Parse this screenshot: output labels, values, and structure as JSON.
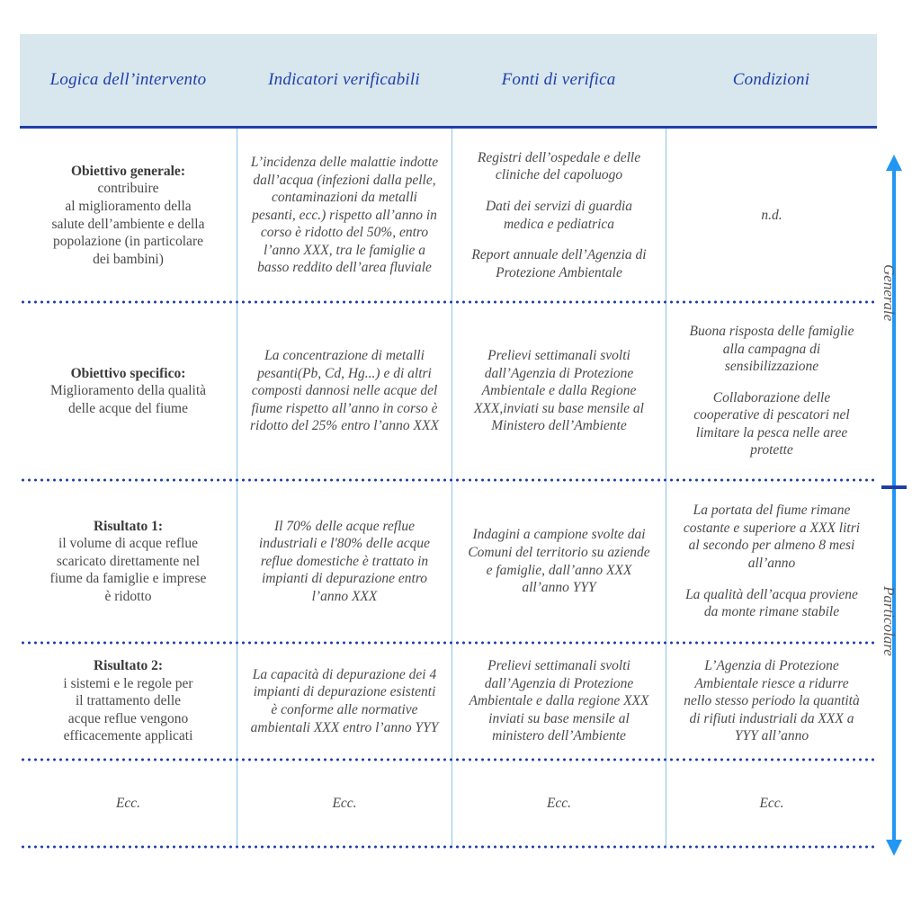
{
  "table": {
    "columns": [
      {
        "label": "Logica dell’intervento"
      },
      {
        "label": "Indicatori verificabili"
      },
      {
        "label": "Fonti di verifica"
      },
      {
        "label": "Condizioni"
      }
    ],
    "rows": [
      {
        "key": "obiettivo-generale",
        "logica_lead": "Obiettivo generale:",
        "logica_body": "contribuire\nal miglioramento della\nsalute dell’ambiente e della\npopolazione (in particolare\ndei bambini)",
        "indicatori": [
          "L’incidenza delle malattie indotte dall’acqua (infezioni dalla pelle, contaminazioni da metalli pesanti, ecc.) rispetto all’anno in corso è ridotto del 50%, entro l’anno XXX, tra le famiglie a basso reddito dell’area fluviale"
        ],
        "fonti": [
          "Registri dell’ospedale e delle cliniche del capoluogo",
          "Dati dei servizi di guardia medica e pediatrica",
          "Report annuale dell’Agenzia di Protezione Ambientale"
        ],
        "condizioni": [
          "n.d."
        ]
      },
      {
        "key": "obiettivo-specifico",
        "logica_lead": "Obiettivo specifico:",
        "logica_body": "Miglioramento della qualità\ndelle acque del fiume",
        "indicatori": [
          "La concentrazione di metalli pesanti(Pb, Cd, Hg...) e di altri composti dannosi nelle acque del fiume rispetto all’anno in corso è ridotto del 25% entro l’anno XXX"
        ],
        "fonti": [
          "Prelievi settimanali svolti dall’Agenzia di Protezione Ambientale e dalla Regione XXX,inviati su base mensile al Ministero dell’Ambiente"
        ],
        "condizioni": [
          "Buona risposta delle famiglie alla campagna di sensibilizzazione",
          "Collaborazione delle cooperative di pescatori nel limitare la pesca nelle aree protette"
        ]
      },
      {
        "key": "risultato-1",
        "logica_lead": "Risultato 1:",
        "logica_body": "il volume di acque reflue\nscaricato direttamente nel\nfiume da famiglie e imprese\nè ridotto",
        "indicatori": [
          "Il 70% delle acque reflue industriali e l'80% delle acque reflue domestiche è trattato in impianti di depurazione entro l’anno XXX"
        ],
        "fonti": [
          "Indagini a campione svolte dai Comuni del territorio su aziende e famiglie, dall’anno XXX all’anno YYY"
        ],
        "condizioni": [
          "La portata del fiume rimane costante e superiore a XXX litri al secondo per almeno 8 mesi all’anno",
          "La qualità dell’acqua proviene da monte rimane stabile"
        ]
      },
      {
        "key": "risultato-2",
        "logica_lead": "Risultato 2:",
        "logica_body": "i sistemi e le regole per\nil trattamento delle\nacque reflue vengono\nefficacemente applicati",
        "indicatori": [
          "La capacità di depurazione dei 4 impianti di depurazione esistenti è conforme alle normative ambientali XXX entro l’anno YYY"
        ],
        "fonti": [
          "Prelievi settimanali svolti dall’Agenzia di Protezione Ambientale e dalla regione XXX inviati su base mensile al ministero dell’Ambiente"
        ],
        "condizioni": [
          "L’Agenzia di Protezione Ambientale riesce a ridurre nello stesso periodo la quantità di rifiuti industriali da XXX a YYY all’anno"
        ]
      },
      {
        "key": "ecc",
        "logica_lead": "",
        "logica_body": "Ecc.",
        "indicatori": [
          "Ecc."
        ],
        "fonti": [
          "Ecc."
        ],
        "condizioni": [
          "Ecc."
        ]
      }
    ]
  },
  "axis": {
    "top_label": "Generale",
    "bottom_label": "Particolare",
    "arrow_color": "#2196f3",
    "tick_color": "#1f3fa8"
  },
  "colors": {
    "header_background": "#d8e6ee",
    "header_text": "#1f3fa8",
    "header_rule": "#1f3fa8",
    "column_divider": "#8fc5ea",
    "row_divider_dots": "#1f3fa8",
    "body_text": "#4a4a4a"
  }
}
